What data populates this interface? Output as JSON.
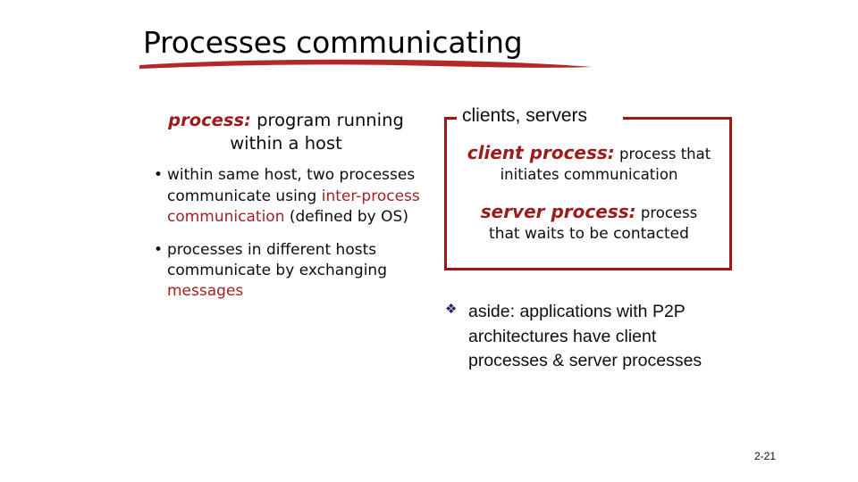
{
  "slide": {
    "title": "Processes communicating",
    "page_number": "2-21",
    "accent_red": "#a01414",
    "term_red": "#9c1b1b",
    "inline_red": "#a52020",
    "diamond_navy": "#1f1f63",
    "underline_color": "#b32828",
    "background": "#ffffff"
  },
  "left_column": {
    "lead": {
      "term": "process:",
      "definition": " program running within a host"
    },
    "bullets": [
      {
        "marker": "•",
        "part1": "within same host, two processes communicate using ",
        "highlight": "inter-process communication",
        "part2": " (defined by OS)"
      },
      {
        "marker": "•",
        "part1": "processes in different hosts communicate by exchanging ",
        "highlight": "messages",
        "part2": ""
      }
    ]
  },
  "right_column": {
    "heading": "clients, servers",
    "entries": [
      {
        "term": "client process:",
        "definition": " process that",
        "line2": "initiates communication"
      },
      {
        "term": "server process:",
        "definition": " process",
        "line2": "that waits to be contacted"
      }
    ],
    "aside": {
      "marker": "❖",
      "text": "aside: applications with P2P architectures have client processes & server processes"
    }
  }
}
